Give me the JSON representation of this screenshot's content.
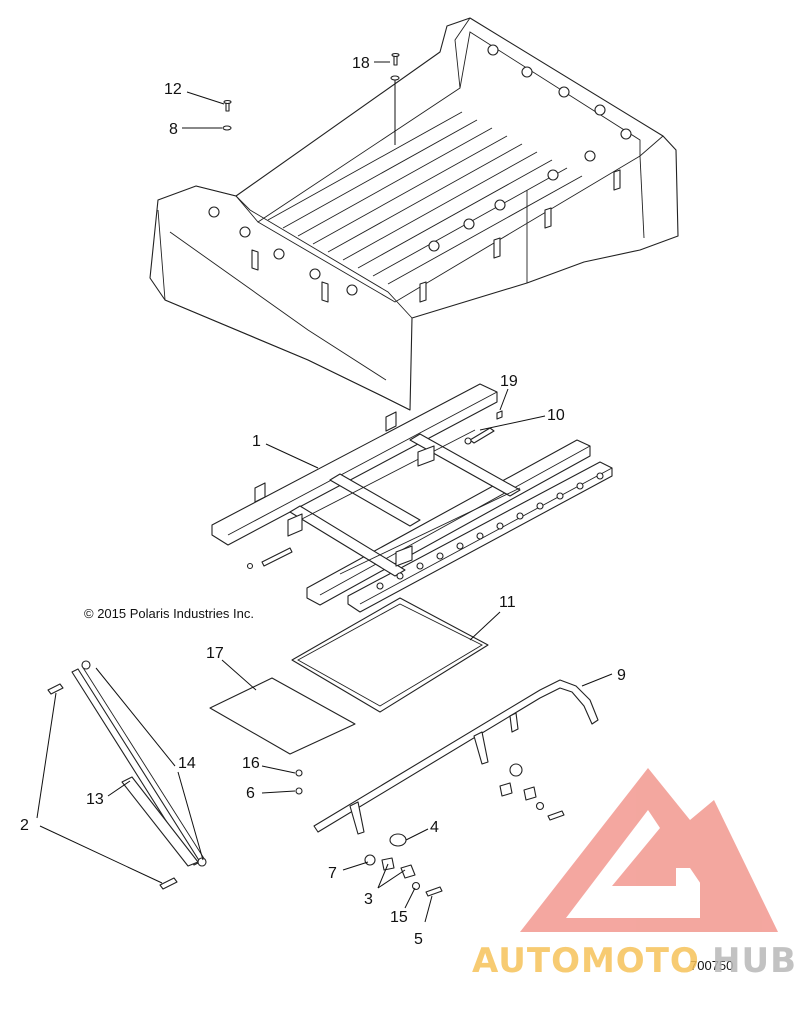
{
  "diagram": {
    "copyright": "© 2015 Polaris Industries Inc.",
    "figure_number": "700750",
    "callouts": [
      {
        "id": "18",
        "label": "18"
      },
      {
        "id": "12",
        "label": "12"
      },
      {
        "id": "8",
        "label": "8"
      },
      {
        "id": "19",
        "label": "19"
      },
      {
        "id": "10",
        "label": "10"
      },
      {
        "id": "1",
        "label": "1"
      },
      {
        "id": "11",
        "label": "11"
      },
      {
        "id": "17",
        "label": "17"
      },
      {
        "id": "9",
        "label": "9"
      },
      {
        "id": "14",
        "label": "14"
      },
      {
        "id": "16",
        "label": "16"
      },
      {
        "id": "13",
        "label": "13"
      },
      {
        "id": "6",
        "label": "6"
      },
      {
        "id": "2",
        "label": "2"
      },
      {
        "id": "4",
        "label": "4"
      },
      {
        "id": "7",
        "label": "7"
      },
      {
        "id": "3",
        "label": "3"
      },
      {
        "id": "15",
        "label": "15"
      },
      {
        "id": "5",
        "label": "5"
      }
    ]
  },
  "watermark": {
    "text_part1": "AUTOMOTO",
    "text_part2": "HUB",
    "color_primary": "#f08a80",
    "color_secondary": "#f6c35a",
    "color_tertiary": "#b8b8b8"
  }
}
